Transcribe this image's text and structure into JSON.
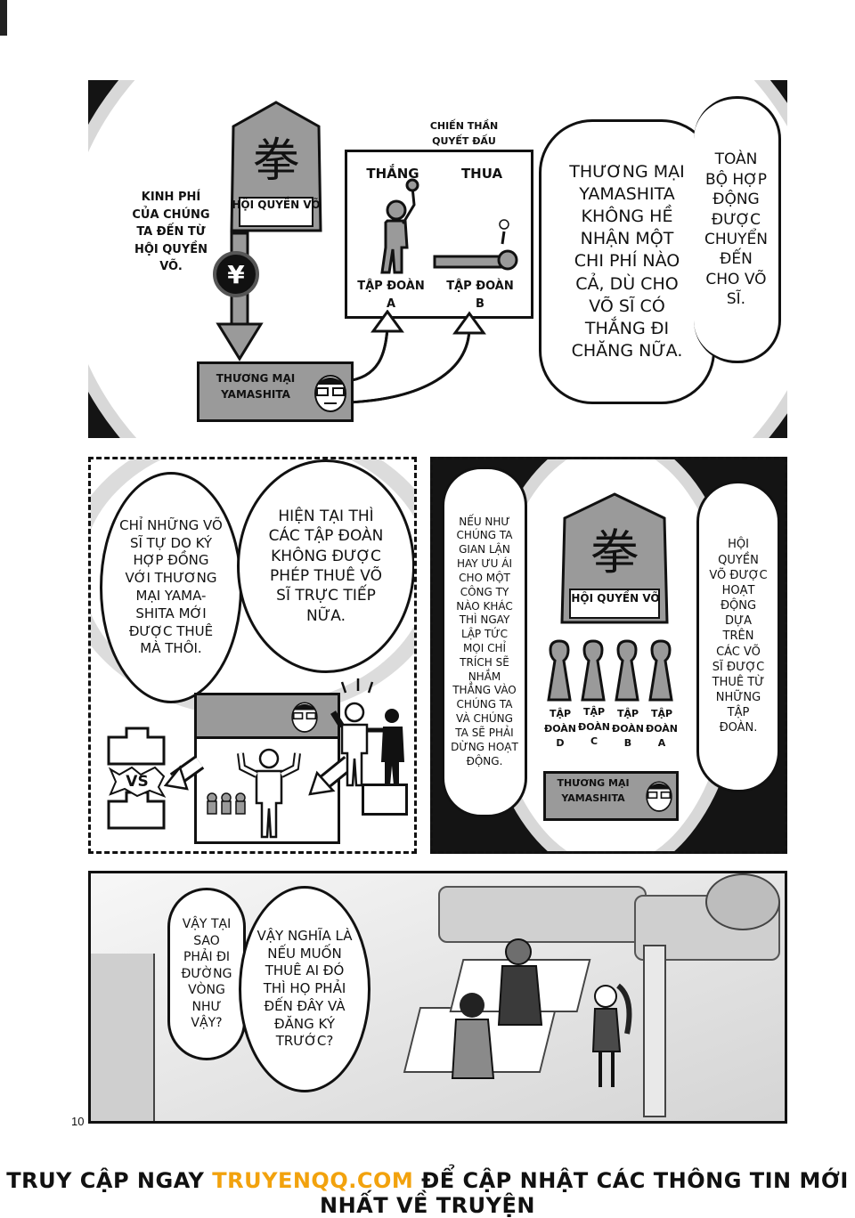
{
  "panel1": {
    "kanji": "拳",
    "shogi_label": "HỘI QUYỀN VÕ",
    "left_caption": "KINH PHÍ\nCỦA CHÚNG\nTA ĐẾN TỪ\nHỘI QUYỀN\nVÕ.",
    "yen_symbol": "¥",
    "box_title": "CHIẾN THẦN\nQUYẾT ĐẤU",
    "win_label": "THẮNG",
    "lose_label": "THUA",
    "corp_a": "TẬP ĐOÀN\nA",
    "corp_b": "TẬP ĐOÀN\nB",
    "company": "THƯƠNG MẠI\nYAMASHITA",
    "bubble_main": "THƯƠNG MẠI\nYAMASHITA\nKHÔNG HỀ\nNHẬN MỘT\nCHI PHÍ NÀO\nCẢ, DÙ CHO\nVÕ SĨ CÓ\nTHẮNG ĐI\nCHĂNG NỮA.",
    "bubble_right": "TOÀN\nBỘ HỢP\nĐỘNG\nĐƯỢC\nCHUYỂN\nĐẾN\nCHO VÕ\nSĨ."
  },
  "panel2": {
    "bubble_left": "CHỈ NHỮNG VÕ\nSĨ TỰ DO KÝ\nHỢP ĐỒNG\nVỚI THƯƠNG\nMẠI YAMA-\nSHITA MỚI\nĐƯỢC THUÊ\nMÀ THÔI.",
    "bubble_right": "HIỆN TẠI THÌ\nCÁC TẬP ĐOÀN\nKHÔNG ĐƯỢC\nPHÉP THUÊ VÕ\nSĨ TRỰC TIẾP\nNỮA.",
    "vs": "VS"
  },
  "panel3": {
    "bubble_left": "NẾU NHƯ\nCHÚNG TA\nGIAN LẬN\nHAY ƯU ÁI\nCHO MỘT\nCÔNG TY\nNÀO KHÁC\nTHÌ NGAY\nLẬP TỨC\nMỌI CHỈ\nTRÍCH SẼ\nNHẮM\nTHẲNG VÀO\nCHÚNG TA\nVÀ CHÚNG\nTA SẼ PHẢI\nDỪNG HOẠT\nĐỘNG.",
    "kanji": "拳",
    "shogi_label": "HỘI QUYỀN VÕ",
    "corps": [
      "TẬP\nĐOÀN\nD",
      "TẬP\nĐOÀN\nC",
      "TẬP\nĐOÀN\nB",
      "TẬP\nĐOÀN\nA"
    ],
    "company": "THƯƠNG MẠI\nYAMASHITA",
    "bubble_right": "HỘI\nQUYỀN\nVÕ ĐƯỢC\nHOẠT\nĐỘNG\nDỰA\nTRÊN\nCÁC VÕ\nSĨ ĐƯỢC\nTHUÊ TỪ\nNHỮNG\nTẬP\nĐOÀN."
  },
  "panel4": {
    "bubble_left": "VẬY TẠI\nSAO\nPHẢI ĐI\nĐƯỜNG\nVÒNG\nNHƯ\nVẬY?",
    "bubble_right": "VẬY NGHĨA LÀ\nNẾU MUỐN\nTHUÊ AI ĐÓ\nTHÌ HỌ PHẢI\nĐẾN ĐÂY VÀ\nĐĂNG KÝ\nTRƯỚC?"
  },
  "page_number": "10",
  "footer": {
    "prefix": "TRUY CẬP NGAY ",
    "site": "TRUYENQQ.COM",
    "suffix": " ĐỂ CẬP NHẬT CÁC THÔNG TIN MỚI NHẤT VỀ TRUYỆN",
    "site_color": "#f2a20d"
  }
}
